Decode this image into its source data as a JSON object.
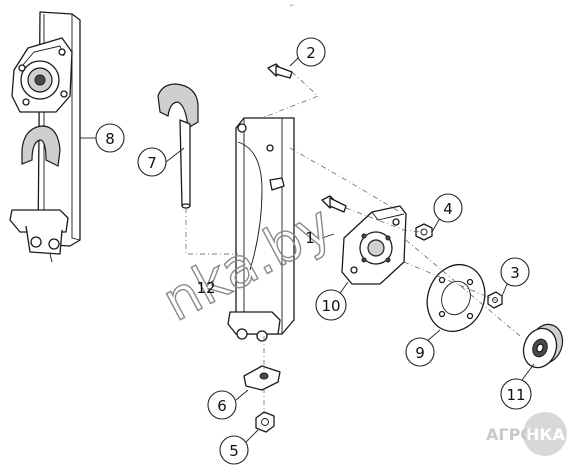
{
  "diagram": {
    "top_mark": "ᵖˢ",
    "callouts": [
      {
        "id": "callout-1",
        "label": "1"
      },
      {
        "id": "callout-2",
        "label": "2"
      },
      {
        "id": "callout-3",
        "label": "3"
      },
      {
        "id": "callout-4",
        "label": "4"
      },
      {
        "id": "callout-5",
        "label": "5"
      },
      {
        "id": "callout-6",
        "label": "6"
      },
      {
        "id": "callout-7",
        "label": "7"
      },
      {
        "id": "callout-8",
        "label": "8"
      },
      {
        "id": "callout-9",
        "label": "9"
      },
      {
        "id": "callout-10",
        "label": "10"
      },
      {
        "id": "callout-11",
        "label": "11"
      },
      {
        "id": "callout-12",
        "label": "12"
      }
    ]
  },
  "watermark": {
    "text": "nka.by"
  },
  "brand": {
    "part1": "АГРО",
    "part2": "НКА"
  }
}
